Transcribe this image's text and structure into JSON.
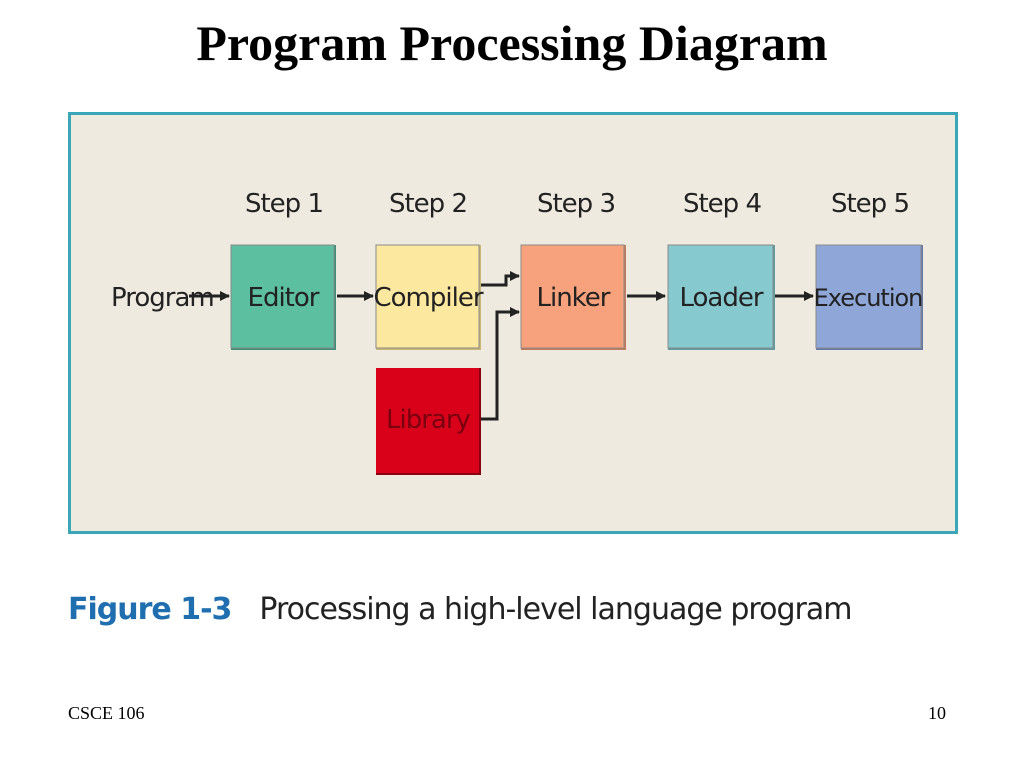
{
  "title": "Program Processing Diagram",
  "diagram": {
    "input_label": "Program",
    "steps": [
      {
        "step": "Step 1",
        "label": "Editor",
        "color": "#5bbfa0"
      },
      {
        "step": "Step 2",
        "label": "Compiler",
        "color": "#fde8a0"
      },
      {
        "step": "Step 3",
        "label": "Linker",
        "color": "#f7a27c"
      },
      {
        "step": "Step 4",
        "label": "Loader",
        "color": "#86c9cf"
      },
      {
        "step": "Step 5",
        "label": "Execution",
        "color": "#8fa6d8"
      }
    ],
    "library": {
      "label": "Library",
      "color": "#d9001a"
    },
    "arrow_color": "#222222",
    "panel_bg": "#efeae0",
    "panel_border": "#3aa6b8"
  },
  "caption": {
    "figure_label": "Figure 1-3",
    "text": "Processing a high-level language program"
  },
  "footer": {
    "course": "CSCE 106",
    "page_number": "10"
  }
}
